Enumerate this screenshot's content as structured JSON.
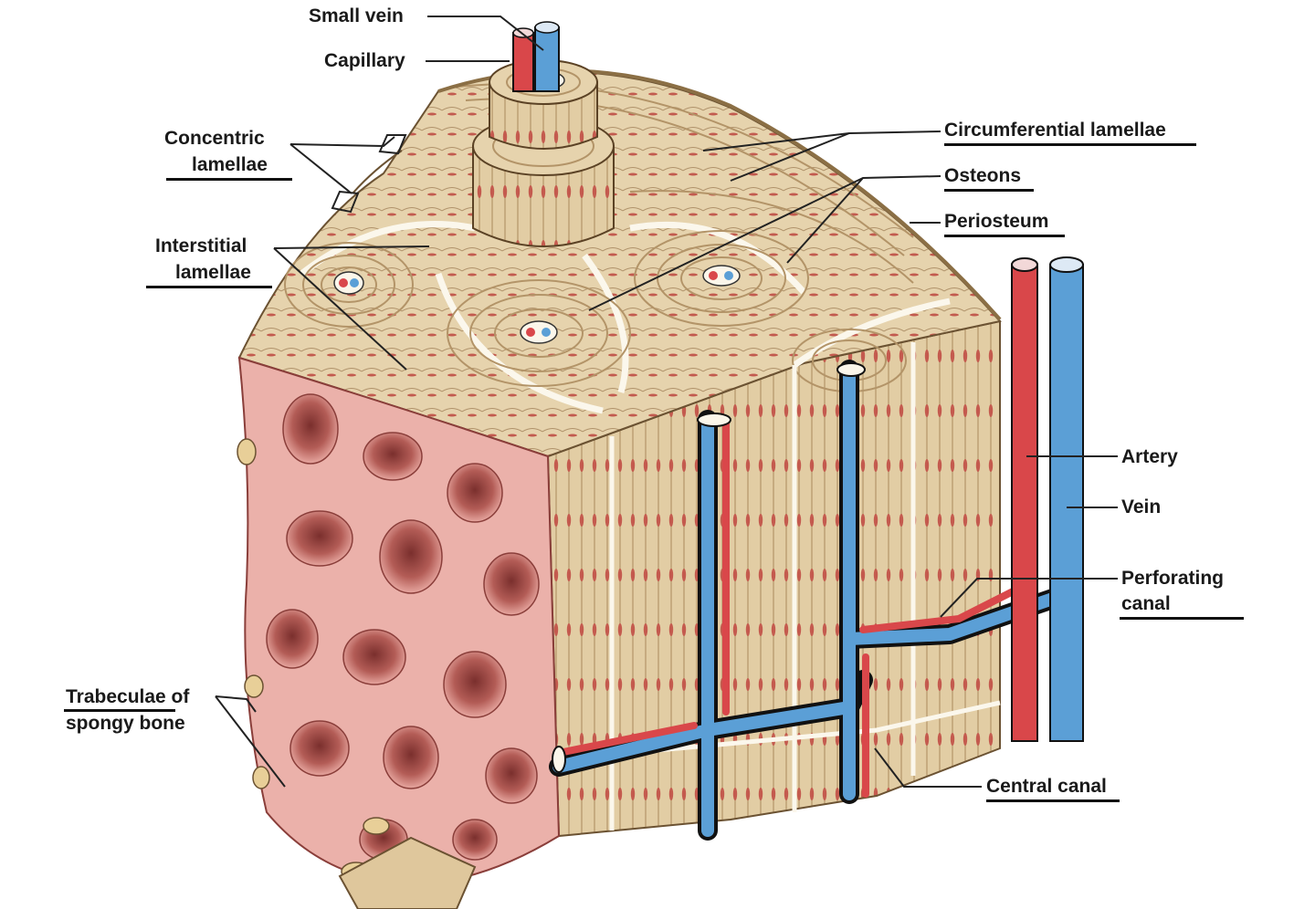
{
  "labels": {
    "small_vein": "Small vein",
    "capillary": "Capillary",
    "concentric_lamellae": [
      "Concentric",
      "lamellae"
    ],
    "interstitial_lamellae": [
      "Interstitial",
      "lamellae"
    ],
    "circumferential_lamellae": "Circumferential lamellae",
    "osteons": "Osteons",
    "periosteum": "Periosteum",
    "artery": "Artery",
    "vein": "Vein",
    "perforating_canal": [
      "Perforating",
      "canal"
    ],
    "trabeculae": [
      "Trabeculae of",
      "spongy bone"
    ],
    "central_canal": "Central canal"
  },
  "colors": {
    "compact_bone": "#e3cfa6",
    "lamella_lines": "#a88a5c",
    "spongy_bone": "#e8a9a2",
    "spongy_shadow": "#b8615c",
    "artery": "#d9474a",
    "vein": "#5b9fd6",
    "vessel_outline": "#111111",
    "canal_bg": "#fbf6ea"
  }
}
